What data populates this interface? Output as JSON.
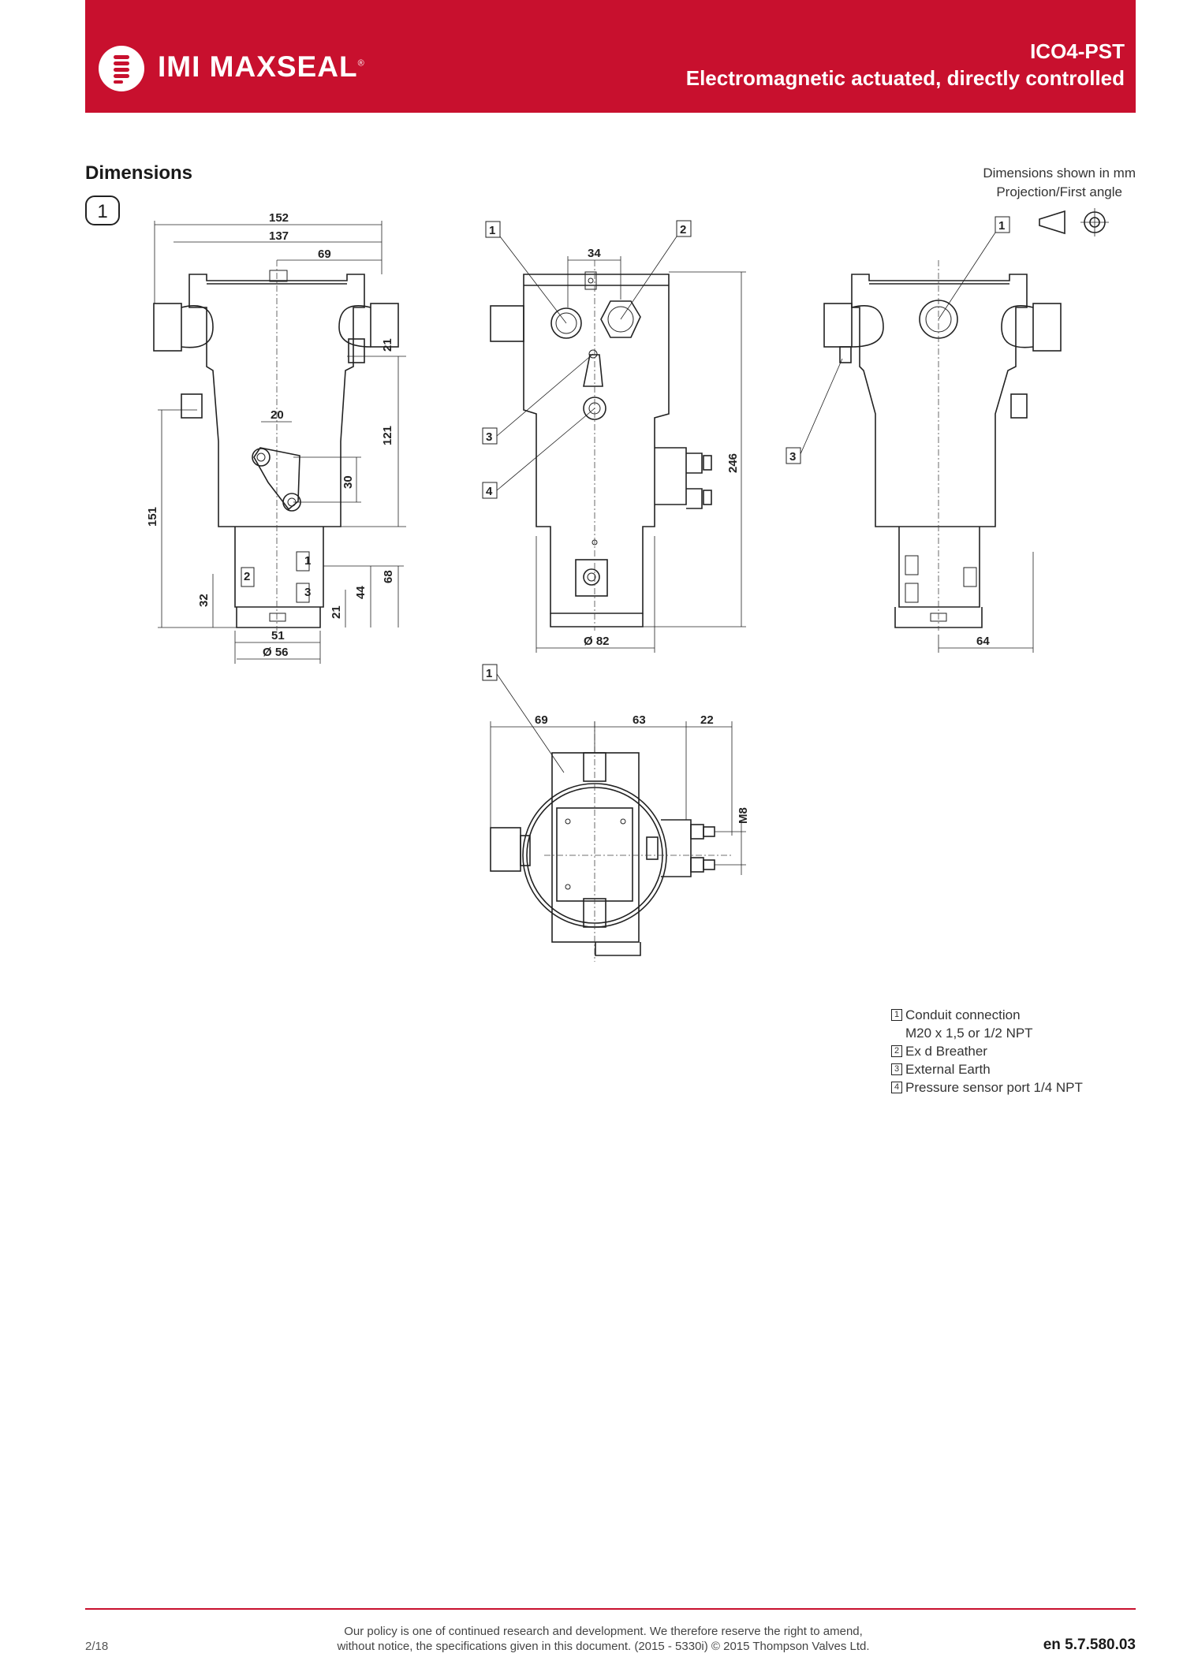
{
  "header": {
    "brand": "IMI MAXSEAL",
    "registered": "®",
    "product_code": "ICO4-PST",
    "product_desc": "Electromagnetic actuated, directly controlled",
    "bg_color": "#c8102e"
  },
  "section": {
    "title": "Dimensions",
    "figure_no": "1",
    "units_note": "Dimensions shown in mm",
    "projection_note": "Projection/First angle"
  },
  "drawing": {
    "front_view": {
      "dims": [
        "152",
        "137",
        "69",
        "21",
        "121",
        "20",
        "30",
        "151",
        "68",
        "44",
        "32",
        "21",
        "51",
        "Ø 56"
      ],
      "ports": [
        "2",
        "1",
        "3"
      ]
    },
    "side_view": {
      "dims": [
        "34",
        "246",
        "Ø 82"
      ],
      "callouts": [
        "1",
        "2",
        "3",
        "4"
      ]
    },
    "rear_view": {
      "dims": [
        "64"
      ],
      "callouts": [
        "1",
        "3"
      ]
    },
    "top_view": {
      "dims": [
        "69",
        "63",
        "22",
        "M8"
      ],
      "callouts": [
        "1"
      ]
    }
  },
  "legend": [
    {
      "num": "1",
      "text": "Conduit connection",
      "sub": "M20 x 1,5 or 1/2 NPT"
    },
    {
      "num": "2",
      "text": "Ex d Breather"
    },
    {
      "num": "3",
      "text": "External Earth"
    },
    {
      "num": "4",
      "text": "Pressure sensor port 1/4 NPT"
    }
  ],
  "footer": {
    "page": "2/18",
    "policy_line1": "Our policy is one of continued research and development. We therefore reserve the right to amend,",
    "policy_line2": "without notice, the specifications given in this document. (2015 - 5330i) © 2015 Thompson Valves Ltd.",
    "doc_ref": "en 5.7.580.03"
  }
}
